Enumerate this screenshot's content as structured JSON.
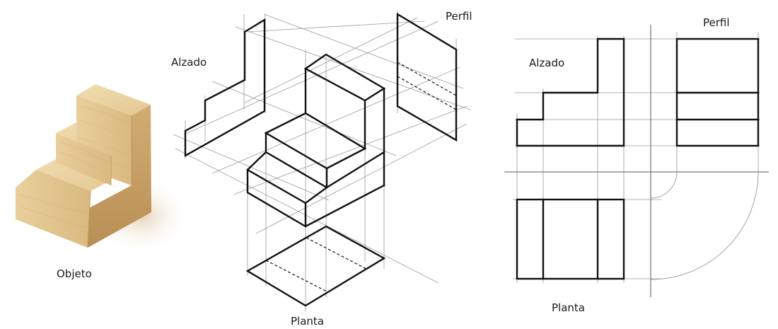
{
  "labels": {
    "objeto": "Objeto",
    "alzado_iso": "Alzado",
    "perfil_iso": "Perfil",
    "planta_iso": "Planta",
    "alzado_ortho": "Alzado",
    "perfil_ortho": "Perfil",
    "planta_ortho": "Planta"
  },
  "colors": {
    "wood_top": "#ead3a2",
    "wood_front": "#e2c58e",
    "wood_side": "#c9a468",
    "shadow": "#efe2cf"
  }
}
